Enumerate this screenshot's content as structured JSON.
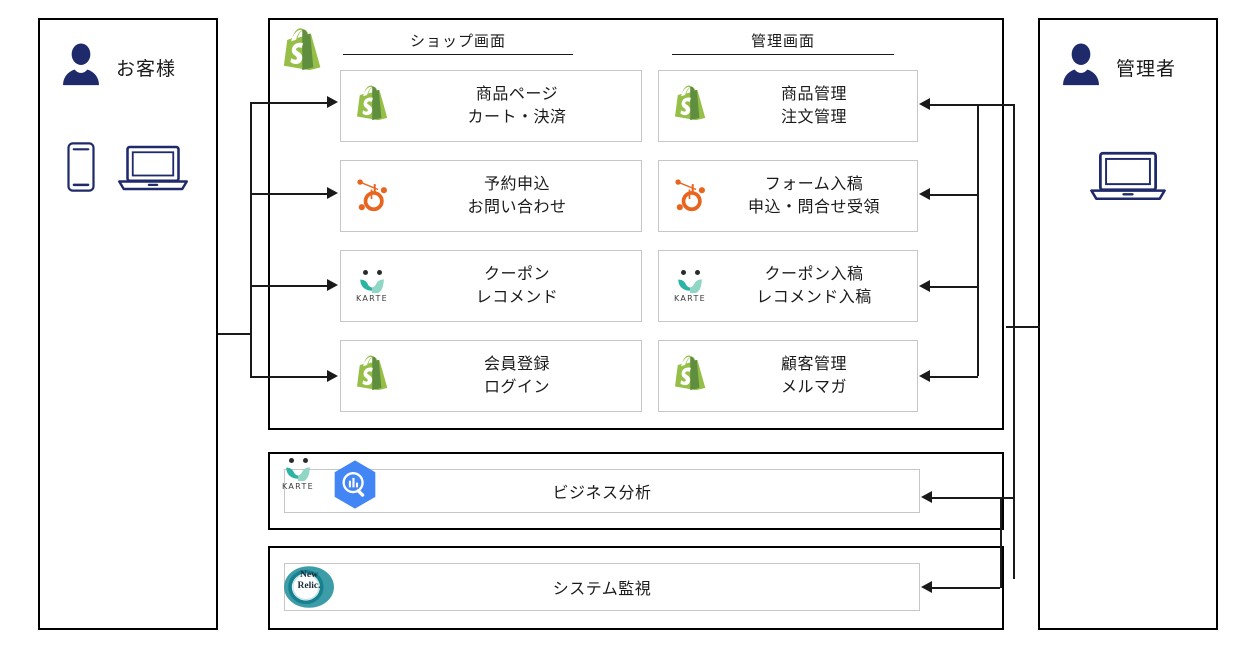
{
  "actors": {
    "customer": {
      "label": "お客様",
      "icons": [
        "person-icon",
        "smartphone-icon",
        "laptop-icon"
      ]
    },
    "admin": {
      "label": "管理者",
      "icons": [
        "person-icon",
        "laptop-icon"
      ]
    }
  },
  "system": {
    "brand_icon": "shopify-icon",
    "columns": [
      {
        "id": "shop",
        "header": "ショップ画面"
      },
      {
        "id": "admin",
        "header": "管理画面"
      }
    ],
    "shop_features": [
      {
        "icon": "shopify-icon",
        "line1": "商品ページ",
        "line2": "カート・決済"
      },
      {
        "icon": "hubspot-icon",
        "line1": "予約申込",
        "line2": "お問い合わせ"
      },
      {
        "icon": "karte-icon",
        "line1": "クーポン",
        "line2": "レコメンド"
      },
      {
        "icon": "shopify-icon",
        "line1": "会員登録",
        "line2": "ログイン"
      }
    ],
    "admin_features": [
      {
        "icon": "shopify-icon",
        "line1": "商品管理",
        "line2": "注文管理"
      },
      {
        "icon": "hubspot-icon",
        "line1": "フォーム入稿",
        "line2": "申込・問合せ受領"
      },
      {
        "icon": "karte-icon",
        "line1": "クーポン入稿",
        "line2": "レコメンド入稿"
      },
      {
        "icon": "shopify-icon",
        "line1": "顧客管理",
        "line2": "メルマガ"
      }
    ],
    "analysis": {
      "icons": [
        "karte-icon",
        "bigquery-icon"
      ],
      "label": "ビジネス分析"
    },
    "monitoring": {
      "icons": [
        "newrelic-icon"
      ],
      "label": "システム監視"
    }
  },
  "colors": {
    "shopify_green": "#95BF47",
    "shopify_green_dark": "#5E8E3E",
    "hubspot_orange": "#FF7A59",
    "hubspot_orange_dark": "#E8651F",
    "karte_teal": "#2BB3A3",
    "karte_green": "#8FD6C4",
    "bigquery_blue": "#4285F4",
    "newrelic_teal": "#1CE783",
    "newrelic_dark": "#17A2A2",
    "actor_navy": "#1F2A6B",
    "border_black": "#000000",
    "card_border": "#C6C6C6"
  },
  "connectors": {
    "customer_to_shop": "4 arrows right into shop screen features",
    "admin_to_admin_screens": "4 arrows left into admin screen features",
    "admin_to_analysis": "arrow left into business analysis",
    "admin_to_monitoring": "arrow left into system monitoring"
  }
}
